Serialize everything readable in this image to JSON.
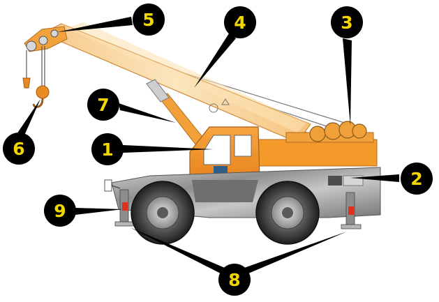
{
  "diagram": {
    "callouts": [
      {
        "id": "1",
        "label": "1"
      },
      {
        "id": "2",
        "label": "2"
      },
      {
        "id": "3",
        "label": "3"
      },
      {
        "id": "4",
        "label": "4"
      },
      {
        "id": "5",
        "label": "5"
      },
      {
        "id": "6",
        "label": "6"
      },
      {
        "id": "7",
        "label": "7"
      },
      {
        "id": "8",
        "label": "8"
      },
      {
        "id": "9",
        "label": "9"
      }
    ]
  },
  "colors": {
    "callout_fill": "#000000",
    "callout_text": "#f2d600",
    "crane_orange": "#f39a2b",
    "boom_light": "#f8d79a",
    "chassis_gray": "#a9a9ab",
    "tire": "#2b2b2b",
    "outrigger_stripe": "#e0301e"
  }
}
